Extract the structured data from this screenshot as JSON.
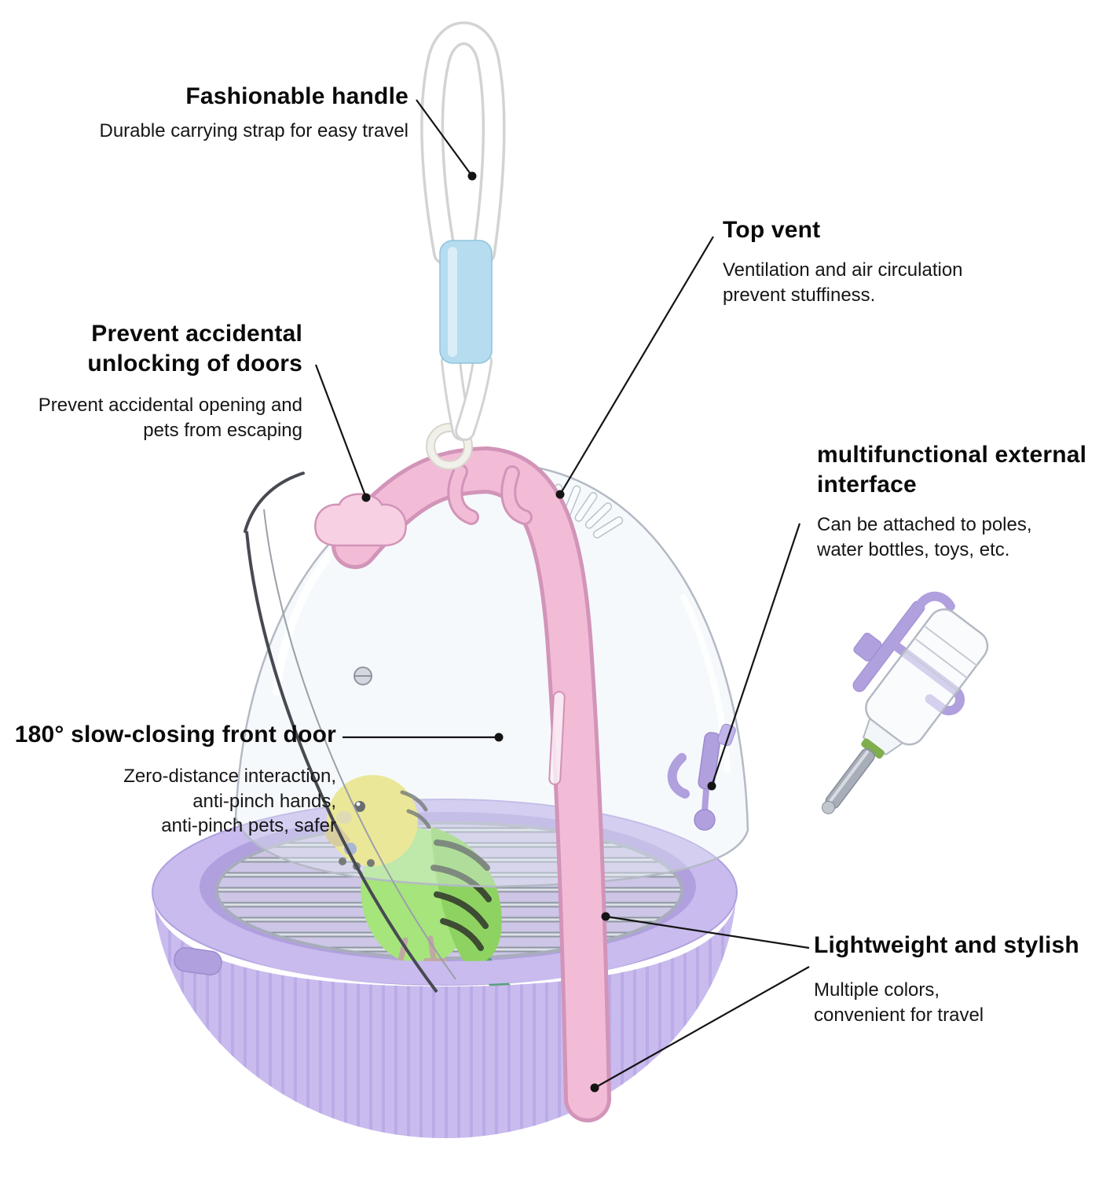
{
  "callouts": {
    "handle": {
      "title": "Fashionable handle",
      "desc": "Durable carrying strap for easy travel"
    },
    "latch": {
      "title_lines": [
        "Prevent accidental",
        "unlocking of doors"
      ],
      "desc_lines": [
        "Prevent accidental opening and",
        "pets from escaping"
      ]
    },
    "vent": {
      "title": "Top vent",
      "desc_lines": [
        "Ventilation and air circulation",
        "prevent stuffiness."
      ]
    },
    "interface": {
      "title_lines": [
        "multifunctional external",
        "interface"
      ],
      "desc_lines": [
        "Can be attached to poles,",
        "water bottles, toys, etc."
      ]
    },
    "door": {
      "title": "180° slow-closing front door",
      "desc_lines": [
        "Zero-distance interaction,",
        "anti-pinch hands,",
        "anti-pinch pets, safer"
      ]
    },
    "lightweight": {
      "title": "Lightweight and stylish",
      "desc_lines": [
        "Multiple colors,",
        "convenient for travel"
      ]
    }
  },
  "colors": {
    "pink": "#f2bcd7",
    "pink_edge": "#d294b8",
    "pink_light": "#f7d0e3",
    "lavender": "#c9bbee",
    "lavender_dark": "#b0a0de",
    "lavender_deep": "#9d8bce",
    "blue": "#b5dcef",
    "dome_stroke": "#b4bac4",
    "metal_dark": "#8f96a2",
    "metal_light": "#dde1e8",
    "bird_yellow": "#ece25e",
    "bird_green": "#a6e47c",
    "bird_wing": "#8ed362",
    "bird_dark": "#30352a",
    "tail_green": "#56a07c",
    "line": "#141414"
  }
}
